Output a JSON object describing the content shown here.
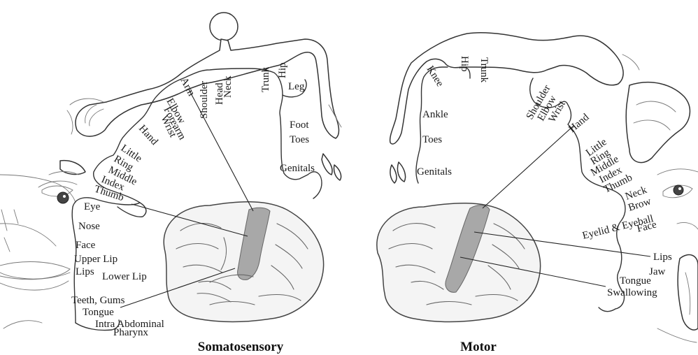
{
  "figure": {
    "somatosensory": {
      "title": "Somatosensory",
      "labels": {
        "arm": "Arm",
        "shoulder": "Shoulder",
        "head": "Head",
        "neck": "Neck",
        "trunk": "Trunk",
        "hip": "Hip",
        "leg": "Leg",
        "elbow": "Elbow",
        "forearm": "Forearm",
        "wrist": "Wrist",
        "hand": "Hand",
        "little": "Little",
        "ring": "Ring",
        "middle": "Middle",
        "index": "Index",
        "thumb": "Thumb",
        "foot": "Foot",
        "toes": "Toes",
        "genitals": "Genitals",
        "eye": "Eye",
        "nose": "Nose",
        "face": "Face",
        "upper_lip": "Upper Lip",
        "lips": "Lips",
        "lower_lip": "Lower Lip",
        "teeth_gums": "Teeth, Gums",
        "tongue": "Tongue",
        "intra_abdominal": "Intra Abdominal",
        "pharynx": "Pharynx"
      }
    },
    "motor": {
      "title": "Motor",
      "labels": {
        "hip": "Hip",
        "trunk": "Trunk",
        "knee": "Knee",
        "ankle": "Ankle",
        "toes": "Toes",
        "genitals": "Genitals",
        "shoulder": "Shoulder",
        "elbow": "Elbow",
        "wrist": "Wrist",
        "hand": "Hand",
        "little": "Little",
        "ring": "Ring",
        "middle": "Middle",
        "index": "Index",
        "thumb": "Thumb",
        "neck": "Neck",
        "brow": "Brow",
        "eyelid_eyeball": "Eyelid & Eyeball",
        "face": "Face",
        "lips": "Lips",
        "jaw": "Jaw",
        "tongue": "Tongue",
        "swallowing": "Swallowing"
      }
    }
  }
}
